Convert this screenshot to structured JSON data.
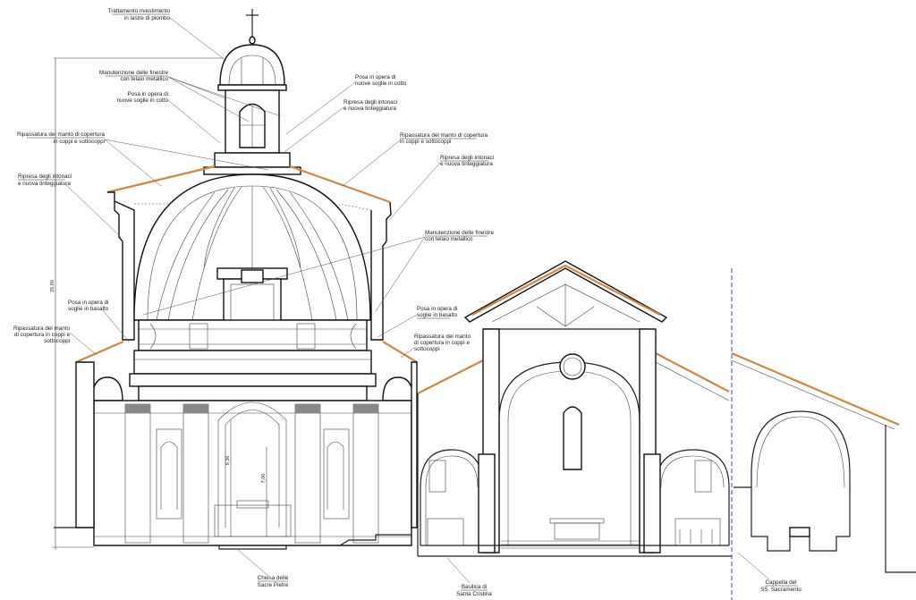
{
  "drawing": {
    "buildings": {
      "left": [
        "Chiesa delle",
        "Sacre Pietre"
      ],
      "center": [
        "Basilica di",
        "Santa Cristina"
      ],
      "right": [
        "Cappella del",
        "SS. Sacramento"
      ]
    },
    "dimensions": {
      "total_height": "25,80",
      "niche_height": "9,36",
      "altar_height": "7,00"
    },
    "annotations_left": [
      [
        "Trattamento rivestimento",
        "in lastre di piombo"
      ],
      [
        "Manutenzione delle finestre",
        "con telaio metallico"
      ],
      [
        "Posa in opera di",
        "nuove soglie in cotto"
      ],
      [
        "Ripassatura del manto di copertura",
        "in coppi e sottocoppi"
      ],
      [
        "Ripresa degli intonaci",
        "e nuova tinteggiatura"
      ],
      [
        "Posa in opera di",
        "soglie in basalto"
      ],
      [
        "Ripassatura del manto",
        "di copertura in coppi e",
        "sottocoppi"
      ]
    ],
    "annotations_right": [
      [
        "Posa in opera di",
        "nuove soglie in cotto"
      ],
      [
        "Ripresa degli intonaci",
        "e nuova tinteggiatura"
      ],
      [
        "Ripassatura del manto di copertura",
        "in coppi e sottocoppi"
      ],
      [
        "Ripresa degli intonaci",
        "e nuova tinteggiatura"
      ],
      [
        "Manutenzione delle finestre",
        "con telaio metallico"
      ],
      [
        "Posa in opera di",
        "soglie in basalto"
      ],
      [
        "Ripassatura del manto",
        "di copertura in coppi e",
        "sottocoppi"
      ]
    ],
    "colors": {
      "roof": "#c98a4b",
      "section_line": "#4a4ab0",
      "ink": "#222222"
    }
  }
}
